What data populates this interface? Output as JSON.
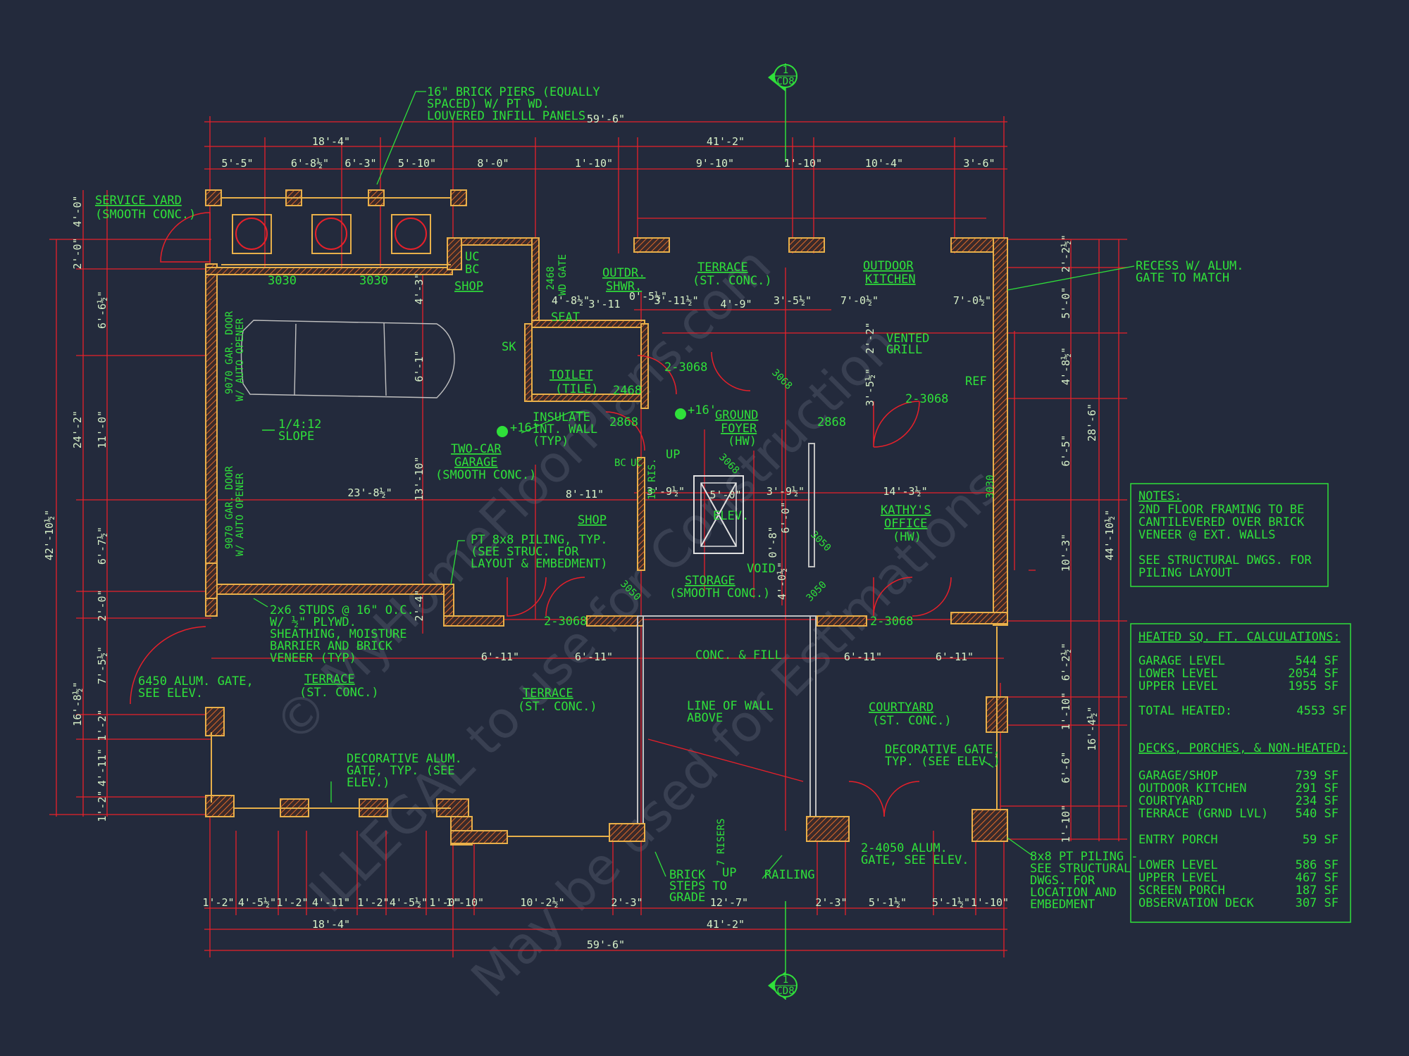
{
  "watermark": {
    "line1": "© MyHomeFloorPlans.com",
    "line2": "ILLEGAL to use for Construction",
    "line3": "May be used for Estimations"
  },
  "section_markers": {
    "top": {
      "num": "1",
      "sheet": "CD8"
    },
    "bottom": {
      "num": "1",
      "sheet": "CD8"
    }
  },
  "overall_dims": {
    "total_width": "59'-6\"",
    "left_block": "18'-4\"",
    "right_block": "41'-2\"",
    "top_segments": [
      "5'-5\"",
      "6'-8½\"",
      "6'-3\"",
      "5'-10\"",
      "8'-0\"",
      "1'-10\"",
      "9'-10\"",
      "1'-10\"",
      "10'-4\"",
      "3'-6\""
    ],
    "bottom_segments": [
      "1'-2\"",
      "4'-5½\"",
      "1'-2\"",
      "4'-11\"",
      "1'-2\"",
      "4'-5½\"",
      "1'-0\"",
      "1'-10\"",
      "10'-2½\"",
      "2'-3\"",
      "12'-7\"",
      "2'-3\"",
      "5'-1½\"",
      "5'-1½\"",
      "1'-10\""
    ],
    "left_total": "42'-10½\"",
    "left_segments": [
      "4'-0\"",
      "2'-0\"",
      "6'-6½\"",
      "24'-2\"",
      "11'-0\"",
      "6'-7½\"",
      "2'-0\"",
      "7'-5½\"",
      "16'-8½\"",
      "1'-2\"",
      "4'-11\"",
      "1'-2\""
    ],
    "right_total": "44'-10½\"",
    "right_segments": [
      "2'-2½\"",
      "5'-0\"",
      "4'-8½\"",
      "28'-6\"",
      "6'-5\"",
      "10'-3\"",
      "6'-2½\"",
      "1'-10\"",
      "16'-4½\"",
      "6'-6\"",
      "1'-10\""
    ]
  },
  "interior_dims": [
    "23'-8½\"",
    "8'-11\"",
    "13'-10\"",
    "3'-9½\"",
    "3'-9½\"",
    "5'-0\"",
    "14'-3½\"",
    "6'-11\"",
    "6'-11\"",
    "6'-11\"",
    "6'-11\"",
    "4'-8½\"",
    "3'-11½\"",
    "4'-9\"",
    "3'-5½\"",
    "7'-0½\"",
    "7'-0½\"",
    "0'-5½\"",
    "3'-11",
    "6'-1\"",
    "4'-3\"",
    "2'-4\"",
    "4'-0½\"",
    "6'-0\"",
    "0'-8\"",
    "2'-2\"",
    "3'-5½\""
  ],
  "rooms": {
    "service_yard": {
      "name": "SERVICE YARD",
      "sub": "(SMOOTH CONC.)"
    },
    "shop_top": {
      "name": "SHOP"
    },
    "outdr_shwr": {
      "name": "OUTDR.",
      "name2": "SHWR."
    },
    "terrace_top": {
      "name": "TERRACE",
      "sub": "(ST. CONC.)"
    },
    "outdoor_kitchen": {
      "name": "OUTDOOR",
      "name2": "KITCHEN"
    },
    "toilet": {
      "name": "TOILET",
      "sub": "(TILE)"
    },
    "ground_foyer": {
      "name": "GROUND",
      "name2": "FOYER",
      "sub": "(HW)"
    },
    "garage": {
      "name": "TWO-CAR",
      "name2": "GARAGE",
      "sub": "(SMOOTH CONC.)"
    },
    "shop_mid": {
      "name": "SHOP"
    },
    "elev": {
      "name": "ELEV."
    },
    "storage": {
      "name": "STORAGE",
      "sub": "(SMOOTH CONC.)"
    },
    "office": {
      "name": "KATHY'S",
      "name2": "OFFICE",
      "sub": "(HW)"
    },
    "terrace_left": {
      "name": "TERRACE",
      "sub": "(ST. CONC.)"
    },
    "terrace_mid": {
      "name": "TERRACE",
      "sub": "(ST. CONC.)"
    },
    "courtyard": {
      "name": "COURTYARD",
      "sub": "(ST. CONC.)"
    }
  },
  "labels": {
    "uc": "UC",
    "bc": "BC",
    "sk": "SK",
    "seat": "SEAT",
    "wd_gate": "2468",
    "wd_gate2": "WD GATE",
    "ref": "REF",
    "vented": "VENTED",
    "grill": "GRILL",
    "void": "VOID",
    "up": "UP",
    "up2": "UP",
    "ris10": "10 RIS.",
    "risers7": "7 RISERS",
    "bc2": "BC",
    "uc2": "UC",
    "w3030a": "3030",
    "w3030b": "3030",
    "w3030c": "3030",
    "d2468a": "2468",
    "d2868a": "2868",
    "d2868b": "2868",
    "d3068a": "3068",
    "d3068b": "3068",
    "d23068a": "2-3068",
    "d23068b": "2-3068",
    "d23068c": "2-3068",
    "d23068d": "2-3068",
    "d3050a": "3050",
    "d3050b": "3050",
    "d3050c": "3050",
    "elev16a": "+16'",
    "elev16b": "+16'",
    "slope1": "1/4:12",
    "slope2": "SLOPE",
    "gar_door1a": "9070 GAR. DOOR",
    "gar_door1b": "W/ AUTO OPENER",
    "gar_door2a": "9070 GAR. DOOR",
    "gar_door2b": "W/ AUTO OPENER",
    "conc_fill": "CONC. & FILL",
    "line_wall1": "LINE OF WALL",
    "line_wall2": "ABOVE",
    "brick1": "BRICK",
    "brick2": "STEPS TO",
    "brick3": "GRADE",
    "railing": "RAILING"
  },
  "callouts": {
    "brick_piers": [
      "16\" BRICK PIERS (EQUALLY",
      "SPACED) W/ PT WD.",
      "LOUVERED INFILL PANELS"
    ],
    "recess": [
      "RECESS W/ ALUM.",
      "GATE TO MATCH"
    ],
    "insulate": [
      "INSULATE",
      "INT. WALL",
      "(TYP)"
    ],
    "piling": [
      "PT 8x8 PILING, TYP.",
      "(SEE STRUC. FOR",
      "LAYOUT & EMBEDMENT)"
    ],
    "studs": [
      "2x6 STUDS @ 16\" O.C.",
      "W/ ½\" PLYWD.",
      "SHEATHING, MOISTURE",
      "BARRIER AND BRICK",
      "VENEER (TYP)"
    ],
    "alum_gate": [
      "6450 ALUM. GATE,",
      "SEE ELEV."
    ],
    "deco_gate_left": [
      "DECORATIVE ALUM.",
      "GATE, TYP. (SEE",
      "ELEV.)"
    ],
    "deco_gate_right": [
      "DECORATIVE GATE,",
      "TYP. (SEE ELEV.)"
    ],
    "gate_4050": [
      "2-4050 ALUM.",
      "GATE, SEE ELEV."
    ],
    "piling_8x8": [
      "8x8 PT PILING -",
      "SEE STRUCTURAL",
      "DWGS. FOR",
      "LOCATION AND",
      "EMBEDMENT"
    ]
  },
  "notes": {
    "title": "NOTES:",
    "lines": [
      "2ND FLOOR FRAMING TO BE",
      "CANTILEVERED OVER BRICK",
      "VENEER @ EXT. WALLS",
      "",
      "SEE STRUCTURAL DWGS. FOR",
      "PILING LAYOUT"
    ]
  },
  "calcs": {
    "title": "HEATED SQ. FT. CALCULATIONS:",
    "heated": [
      {
        "label": "GARAGE LEVEL",
        "value": "544 SF"
      },
      {
        "label": "LOWER LEVEL",
        "value": "2054 SF"
      },
      {
        "label": "UPPER LEVEL",
        "value": "1955 SF"
      }
    ],
    "total_label": "TOTAL HEATED:",
    "total_value": "4553 SF",
    "non_heated_title": "DECKS, PORCHES, & NON-HEATED:",
    "non_heated_a": [
      {
        "label": "GARAGE/SHOP",
        "value": "739 SF"
      },
      {
        "label": "OUTDOOR KITCHEN",
        "value": "291 SF"
      },
      {
        "label": "COURTYARD",
        "value": "234 SF"
      },
      {
        "label": "TERRACE (GRND LVL)",
        "value": "540 SF"
      }
    ],
    "entry_label": "ENTRY PORCH",
    "entry_value": "59 SF",
    "non_heated_b": [
      {
        "label": "LOWER LEVEL",
        "value": "586 SF"
      },
      {
        "label": "UPPER LEVEL",
        "value": "467 SF"
      },
      {
        "label": "SCREEN PORCH",
        "value": "187 SF"
      },
      {
        "label": "OBSERVATION DECK",
        "value": "307 SF"
      }
    ]
  },
  "colors": {
    "background": "#232a3c",
    "dimension_lines": "#e8202a",
    "text": "#2fe03a",
    "walls": "#e8b04a",
    "door_swings": "#e8202a"
  }
}
